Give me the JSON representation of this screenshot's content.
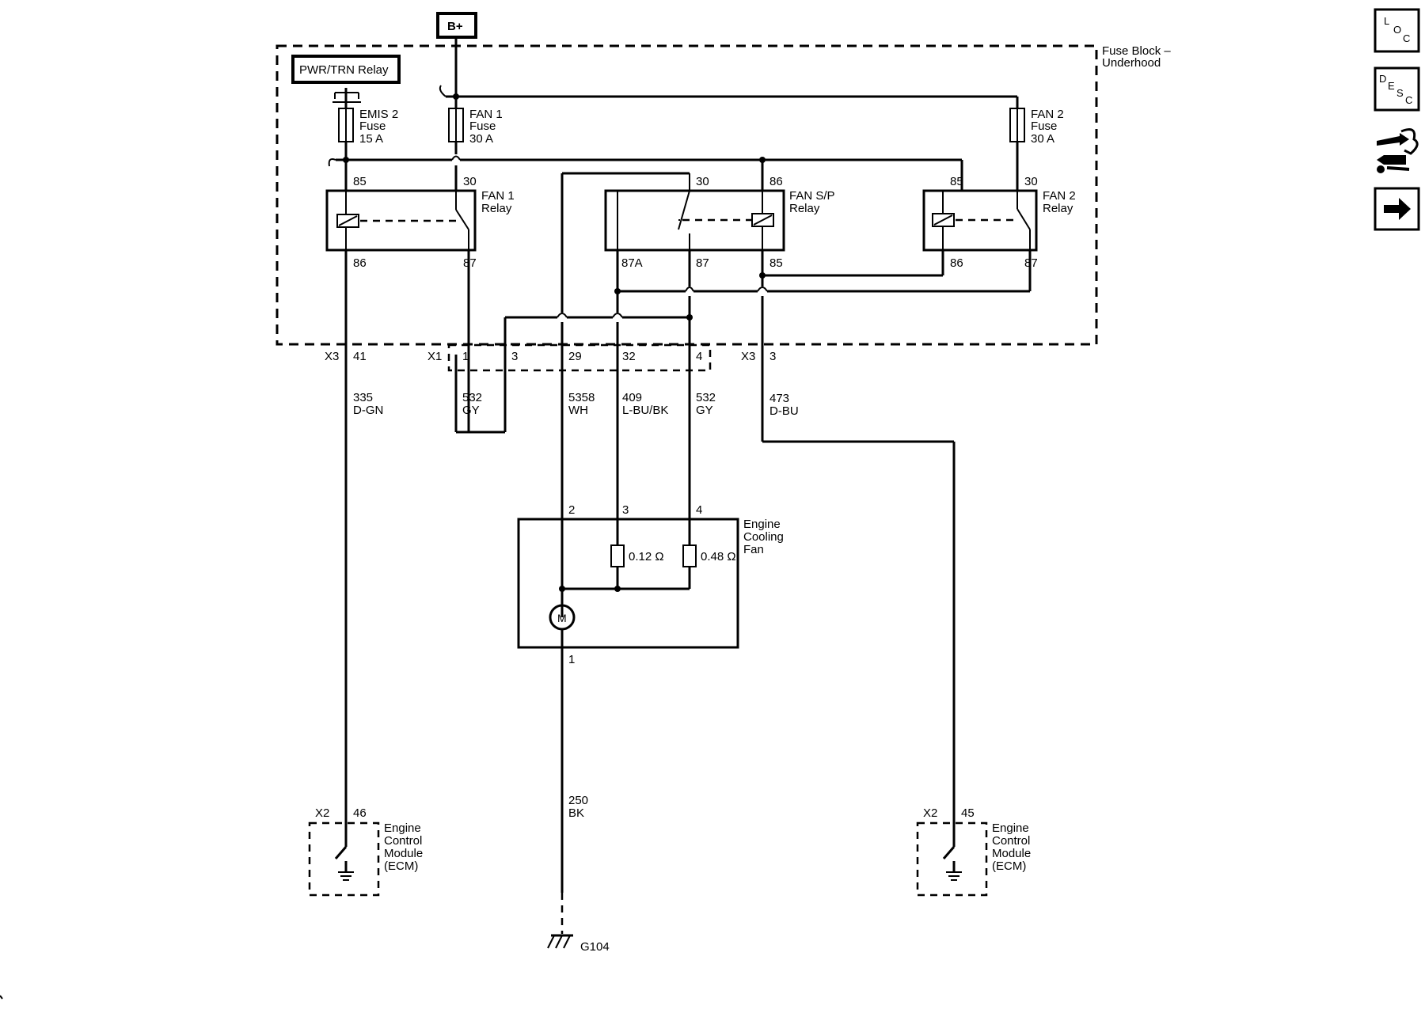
{
  "labels": {
    "b_plus": "B+",
    "pwr_trn_relay": "PWR/TRN Relay",
    "fuse_block": [
      "Fuse Block –",
      "Underhood"
    ],
    "emis2_fuse": [
      "EMIS 2",
      "Fuse",
      "15 A"
    ],
    "fan1_fuse": [
      "FAN 1",
      "Fuse",
      "30 A"
    ],
    "fan2_fuse": [
      "FAN 2",
      "Fuse",
      "30 A"
    ],
    "fan1_relay": [
      "FAN 1",
      "Relay"
    ],
    "fansp_relay": [
      "FAN S/P",
      "Relay"
    ],
    "fan2_relay": [
      "FAN 2",
      "Relay"
    ],
    "engine_cooling_fan": [
      "Engine",
      "Cooling",
      "Fan"
    ],
    "ecm": [
      "Engine",
      "Control",
      "Module",
      "(ECM)"
    ],
    "resistor_1": "0.12 Ω",
    "resistor_2": "0.48 Ω",
    "motor": "M",
    "ground": "G104"
  },
  "pins": {
    "fan1_relay": {
      "top_left": "85",
      "top_right": "30",
      "bottom_left": "86",
      "bottom_right": "87"
    },
    "fansp_relay": {
      "top_mid": "30",
      "top_right": "86",
      "bottom_left": "87A",
      "bottom_mid": "87",
      "bottom_right": "85"
    },
    "fan2_relay": {
      "top_left": "85",
      "top_right": "30",
      "bottom_left": "86",
      "bottom_right": "87"
    }
  },
  "connectors": {
    "x3_left": {
      "name": "X3",
      "pin": "41"
    },
    "x1": {
      "name": "X1",
      "pins": [
        "1",
        "3",
        "29",
        "32",
        "4"
      ]
    },
    "x3_right": {
      "name": "X3",
      "pin": "3"
    },
    "fan_pins": {
      "p2": "2",
      "p3": "3",
      "p4": "4",
      "p1": "1"
    },
    "ecm_left": {
      "name": "X2",
      "pin": "46"
    },
    "ecm_right": {
      "name": "X2",
      "pin": "45"
    }
  },
  "wires": [
    {
      "circuit": "335",
      "color": "D-GN"
    },
    {
      "circuit": "532",
      "color": "GY"
    },
    {
      "circuit": "5358",
      "color": "WH"
    },
    {
      "circuit": "409",
      "color": "L-BU/BK"
    },
    {
      "circuit": "532",
      "color": "GY"
    },
    {
      "circuit": "473",
      "color": "D-BU"
    },
    {
      "circuit": "250",
      "color": "BK"
    }
  ],
  "nav": {
    "loc": {
      "l1": "L",
      "l2": "O",
      "l3": "C"
    },
    "desc": {
      "l1": "D",
      "l2": "E",
      "l3": "S",
      "l4": "C"
    },
    "connector_icon": "connector-end-view-icon",
    "next_icon": "arrow-right-icon"
  }
}
